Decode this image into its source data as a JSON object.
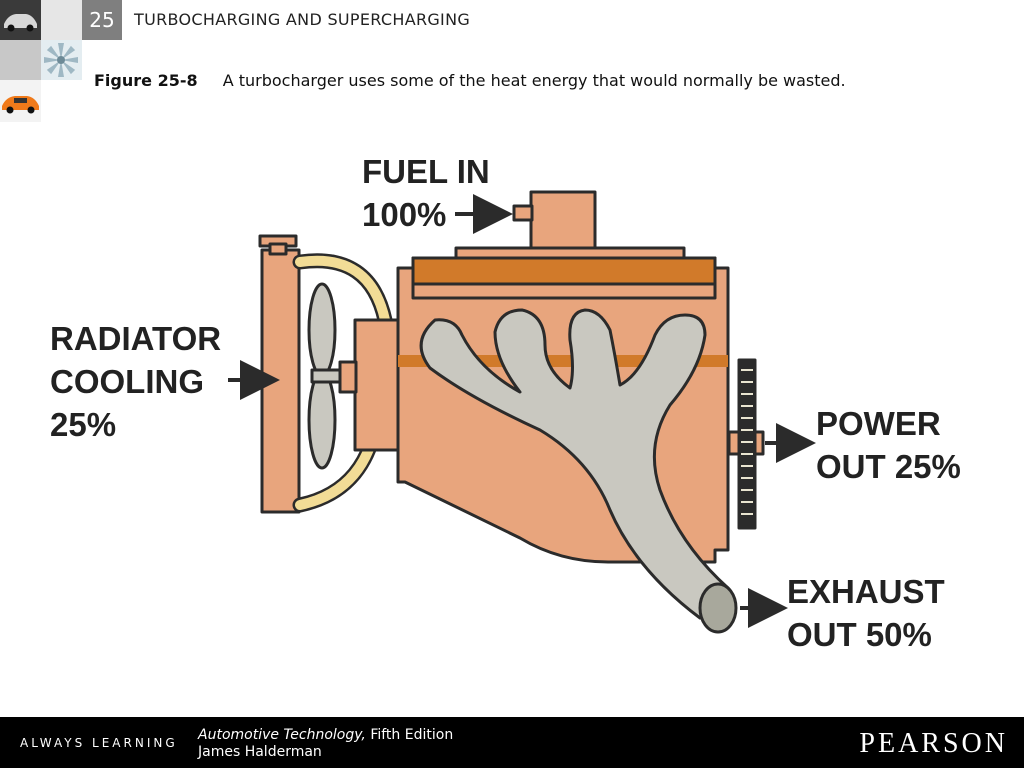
{
  "header": {
    "chapter_number": "25",
    "chapter_title": "TURBOCHARGING AND SUPERCHARGING"
  },
  "caption": {
    "figure_number": "Figure 25-8",
    "text": "A turbocharger uses some of the heat energy that would normally be wasted."
  },
  "diagram": {
    "fuel_in": {
      "line1": "FUEL IN",
      "line2": "100%"
    },
    "radiator": {
      "line1": "RADIATOR",
      "line2": "COOLING",
      "line3": "25%"
    },
    "power": {
      "line1": "POWER",
      "line2": "OUT 25%"
    },
    "exhaust": {
      "line1": "EXHAUST",
      "line2": "OUT 50%"
    },
    "colors": {
      "engine": "#e8a57d",
      "engine_dark": "#d17a2a",
      "manifold": "#c9c8c0",
      "hose": "#f2dc96",
      "outline": "#2b2b2b"
    }
  },
  "footer": {
    "tagline": "ALWAYS LEARNING",
    "book_title": "Automotive Technology,",
    "edition": "Fifth Edition",
    "author": "James Halderman",
    "publisher": "PEARSON"
  }
}
